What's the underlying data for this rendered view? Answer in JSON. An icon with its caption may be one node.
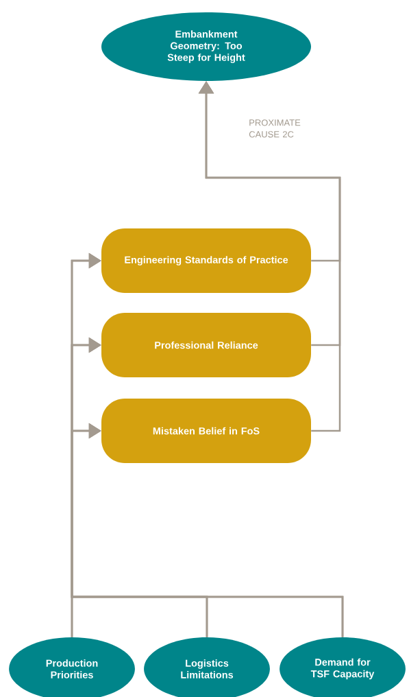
{
  "diagram": {
    "nodes": [
      {
        "text": [
          "Embankment Geometry: Too Steep for Height"
        ]
      },
      {
        "text": [
          "Engineering Standards of Practice"
        ]
      },
      {
        "text": [
          "Professional Reliance"
        ]
      },
      {
        "text": [
          "Mistaken Belief in FoS"
        ]
      },
      {
        "text": [
          "Production Priorities"
        ]
      },
      {
        "text": [
          "Logistics Limitations"
        ]
      },
      {
        "text": [
          "Demand for TSF Capacity"
        ]
      }
    ],
    "edges": [
      {
        "from": 1,
        "to": 0,
        "arrow": "to"
      },
      {
        "from": 2,
        "to": 0,
        "arrow": "to"
      },
      {
        "from": 3,
        "to": 0,
        "arrow": "to"
      },
      {
        "from": 4,
        "to": 1,
        "arrow": "to"
      },
      {
        "from": 4,
        "to": 2,
        "arrow": "to"
      },
      {
        "from": 4,
        "to": 3,
        "arrow": "to"
      },
      {
        "from": 5,
        "to": 1,
        "arrow": "to"
      },
      {
        "from": 5,
        "to": 2,
        "arrow": "to"
      },
      {
        "from": 5,
        "to": 3,
        "arrow": "to"
      },
      {
        "from": 6,
        "to": 1,
        "arrow": "to"
      },
      {
        "from": 6,
        "to": 2,
        "arrow": "to"
      },
      {
        "from": 6,
        "to": 3,
        "arrow": "to"
      }
    ],
    "labels": [
      "PROXIMATE CAUSE 2C"
    ]
  }
}
